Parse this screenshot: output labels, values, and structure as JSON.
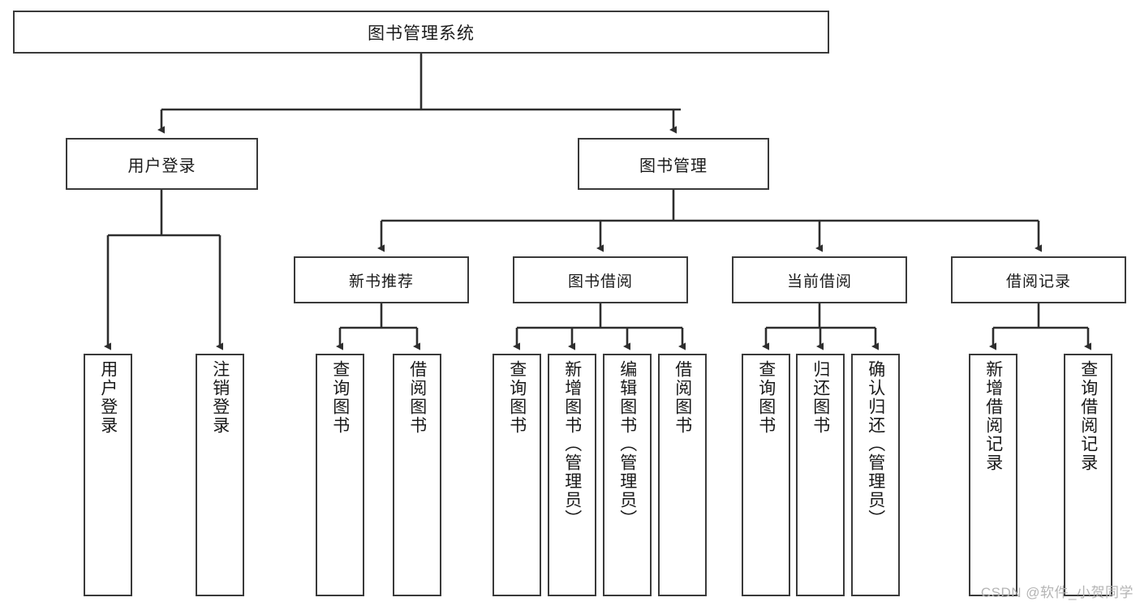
{
  "diagram": {
    "title": "图书管理系统",
    "type": "hierarchy-tree",
    "watermark": "CSDN @软件_小贺同学",
    "nodes": {
      "root": {
        "label": "图书管理系统"
      },
      "level2": [
        {
          "id": "user-login",
          "label": "用户登录"
        },
        {
          "id": "book-management",
          "label": "图书管理"
        }
      ],
      "level3": [
        {
          "id": "new-book-recommend",
          "label": "新书推荐"
        },
        {
          "id": "book-borrow",
          "label": "图书借阅"
        },
        {
          "id": "current-borrow",
          "label": "当前借阅"
        },
        {
          "id": "borrow-record",
          "label": "借阅记录"
        }
      ],
      "leaves": [
        {
          "id": "leaf-user-login",
          "label": "用户登录",
          "parent": "user-login"
        },
        {
          "id": "leaf-logout-login",
          "label": "注销登录",
          "parent": "user-login"
        },
        {
          "id": "leaf-query-book-1",
          "label": "查询图书",
          "parent": "new-book-recommend"
        },
        {
          "id": "leaf-borrow-book-1",
          "label": "借阅图书",
          "parent": "new-book-recommend"
        },
        {
          "id": "leaf-query-book-2",
          "label": "查询图书",
          "parent": "book-borrow"
        },
        {
          "id": "leaf-add-book",
          "label": "新增图书（管理员）",
          "parent": "book-borrow"
        },
        {
          "id": "leaf-edit-book",
          "label": "编辑图书（管理员）",
          "parent": "book-borrow"
        },
        {
          "id": "leaf-borrow-book-2",
          "label": "借阅图书",
          "parent": "book-borrow"
        },
        {
          "id": "leaf-query-book-3",
          "label": "查询图书",
          "parent": "current-borrow"
        },
        {
          "id": "leaf-return-book",
          "label": "归还图书",
          "parent": "current-borrow"
        },
        {
          "id": "leaf-confirm-return",
          "label": "确认归还（管理员）",
          "parent": "current-borrow"
        },
        {
          "id": "leaf-add-record",
          "label": "新增借阅记录",
          "parent": "borrow-record"
        },
        {
          "id": "leaf-query-record",
          "label": "查询借阅记录",
          "parent": "borrow-record"
        }
      ]
    },
    "colors": {
      "border": "#3a3a3a",
      "line": "#2e2e2e",
      "background": "#ffffff",
      "text": "#1a1a1a",
      "watermark": "#b4b4b4"
    }
  }
}
